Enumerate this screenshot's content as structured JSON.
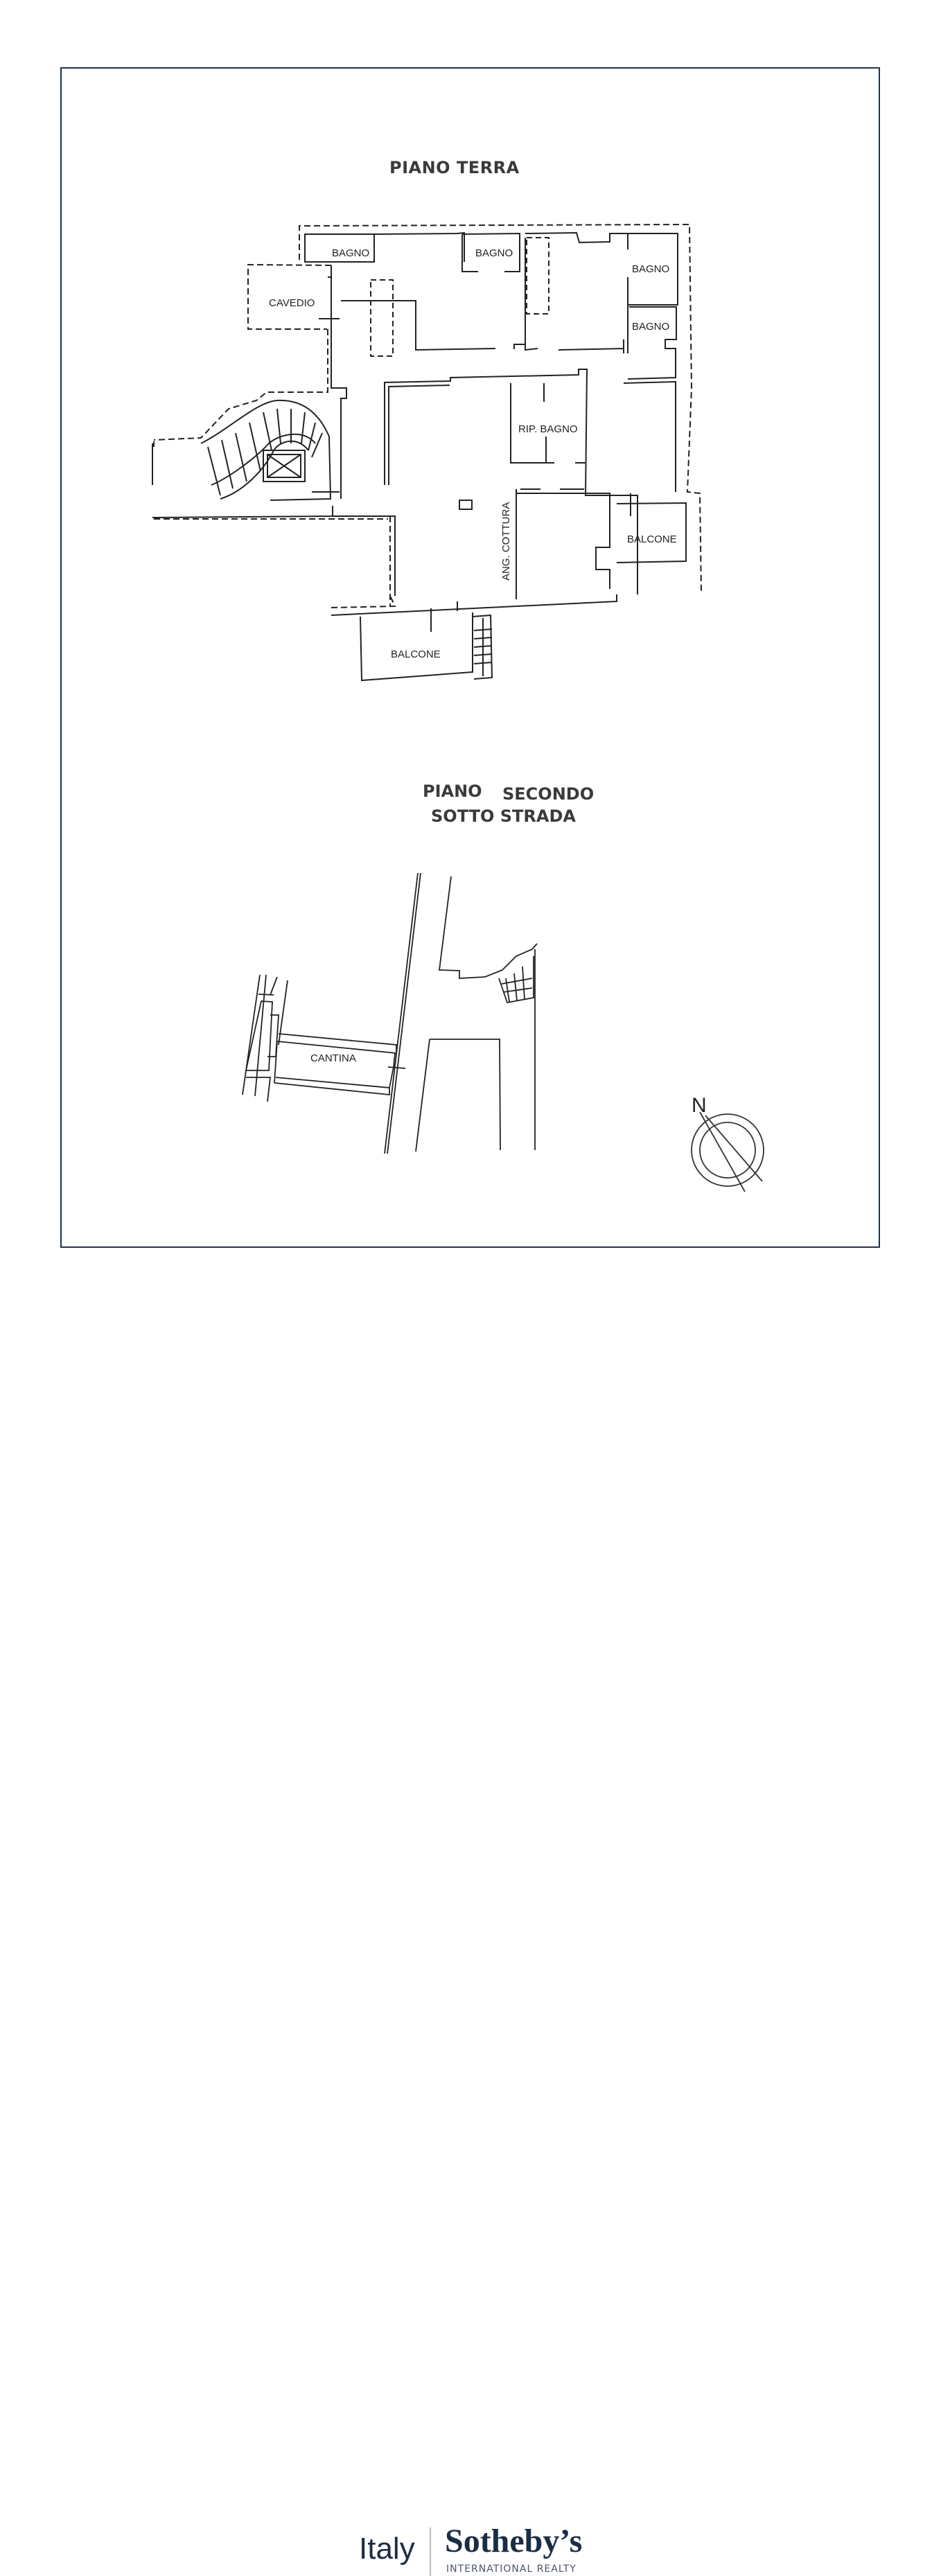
{
  "document": {
    "frame_color": "#1f3447"
  },
  "plan_ground": {
    "title": "PIANO TERRA",
    "rooms": {
      "bagno1": "BAGNO",
      "bagno2": "BAGNO",
      "bagno3": "BAGNO",
      "bagno4": "BAGNO",
      "cavedio": "CAVEDIO",
      "rip_bagno": "RIP. BAGNO",
      "ang_cottura": "ANG. COTTURA",
      "balcone1": "BALCONE",
      "balcone2": "BALCONE"
    }
  },
  "plan_basement": {
    "title_line1_a": "PIANO",
    "title_line1_b": "SECONDO",
    "title_line2": "SOTTO STRADA",
    "rooms": {
      "cantina": "CANTINA"
    },
    "compass_label": "N"
  },
  "footer": {
    "region": "Italy",
    "brand": "Sotheby’s",
    "subtitle": "INTERNATIONAL REALTY",
    "brand_color": "#1b2d45"
  }
}
